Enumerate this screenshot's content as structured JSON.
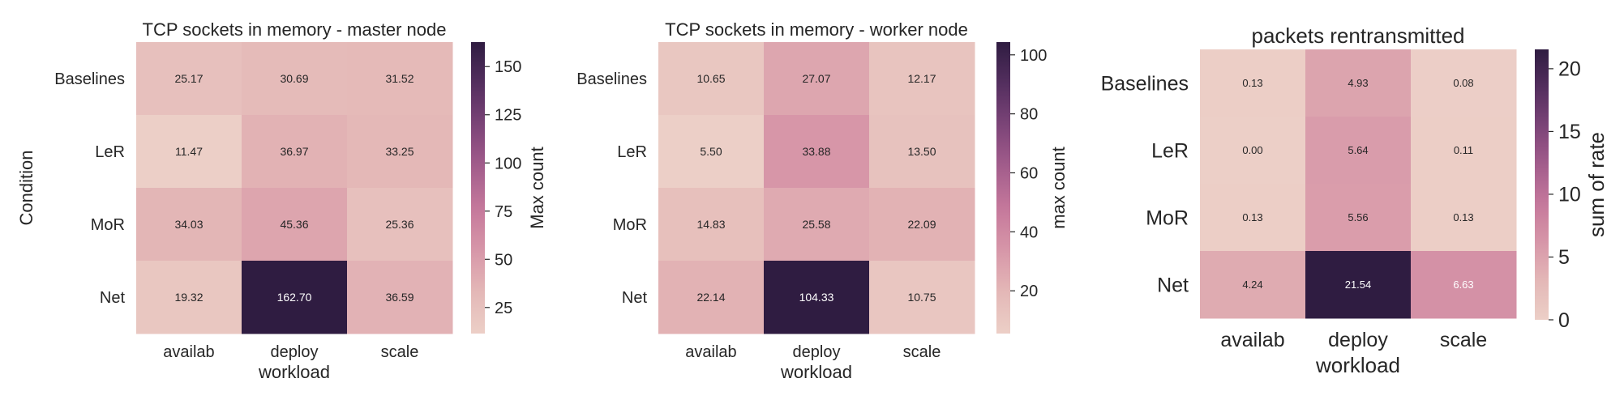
{
  "chart_data": [
    {
      "type": "heatmap",
      "title": "TCP sockets in memory - master node",
      "xlabel": "workload",
      "ylabel": "Condition",
      "x_categories": [
        "availab",
        "deploy",
        "scale"
      ],
      "y_categories": [
        "Baselines",
        "LeR",
        "MoR",
        "Net"
      ],
      "values": [
        [
          25.17,
          30.69,
          31.52
        ],
        [
          11.47,
          36.97,
          33.25
        ],
        [
          34.03,
          45.36,
          25.36
        ],
        [
          19.32,
          162.7,
          36.59
        ]
      ],
      "value_labels": [
        [
          "25.17",
          "30.69",
          "31.52"
        ],
        [
          "11.47",
          "36.97",
          "33.25"
        ],
        [
          "34.03",
          "45.36",
          "25.36"
        ],
        [
          "19.32",
          "162.70",
          "36.59"
        ]
      ],
      "colorbar": {
        "label": "Max count",
        "range": [
          11.47,
          162.7
        ],
        "ticks": [
          25,
          50,
          75,
          100,
          125,
          150
        ],
        "tick_labels": [
          "25",
          "50",
          "75",
          "100",
          "125",
          "150"
        ]
      }
    },
    {
      "type": "heatmap",
      "title": "TCP sockets in memory - worker node",
      "xlabel": "workload",
      "ylabel": "",
      "x_categories": [
        "availab",
        "deploy",
        "scale"
      ],
      "y_categories": [
        "Baselines",
        "LeR",
        "MoR",
        "Net"
      ],
      "values": [
        [
          10.65,
          27.07,
          12.17
        ],
        [
          5.5,
          33.88,
          13.5
        ],
        [
          14.83,
          25.58,
          22.09
        ],
        [
          22.14,
          104.33,
          10.75
        ]
      ],
      "value_labels": [
        [
          "10.65",
          "27.07",
          "12.17"
        ],
        [
          "5.50",
          "33.88",
          "13.50"
        ],
        [
          "14.83",
          "25.58",
          "22.09"
        ],
        [
          "22.14",
          "104.33",
          "10.75"
        ]
      ],
      "colorbar": {
        "label": "max count",
        "range": [
          5.5,
          104.33
        ],
        "ticks": [
          20,
          40,
          60,
          80,
          100
        ],
        "tick_labels": [
          "20",
          "40",
          "60",
          "80",
          "100"
        ]
      }
    },
    {
      "type": "heatmap",
      "title": "packets rentransmitted",
      "xlabel": "workload",
      "ylabel": "",
      "x_categories": [
        "availab",
        "deploy",
        "scale"
      ],
      "y_categories": [
        "Baselines",
        "LeR",
        "MoR",
        "Net"
      ],
      "values": [
        [
          0.13,
          4.93,
          0.08
        ],
        [
          0.0,
          5.64,
          0.11
        ],
        [
          0.13,
          5.56,
          0.13
        ],
        [
          4.24,
          21.54,
          6.63
        ]
      ],
      "value_labels": [
        [
          "0.13",
          "4.93",
          "0.08"
        ],
        [
          "0.00",
          "5.64",
          "0.11"
        ],
        [
          "0.13",
          "5.56",
          "0.13"
        ],
        [
          "4.24",
          "21.54",
          "6.63"
        ]
      ],
      "colorbar": {
        "label": "sum of rate",
        "range": [
          0.0,
          21.54
        ],
        "ticks": [
          0,
          5,
          10,
          15,
          20
        ],
        "tick_labels": [
          "0",
          "5",
          "10",
          "15",
          "20"
        ]
      }
    }
  ],
  "colormap": [
    "#eccfc7",
    "#e4b8b7",
    "#d796a8",
    "#c5789b",
    "#a35d8c",
    "#7c4478",
    "#542f5f",
    "#2f1c41"
  ]
}
